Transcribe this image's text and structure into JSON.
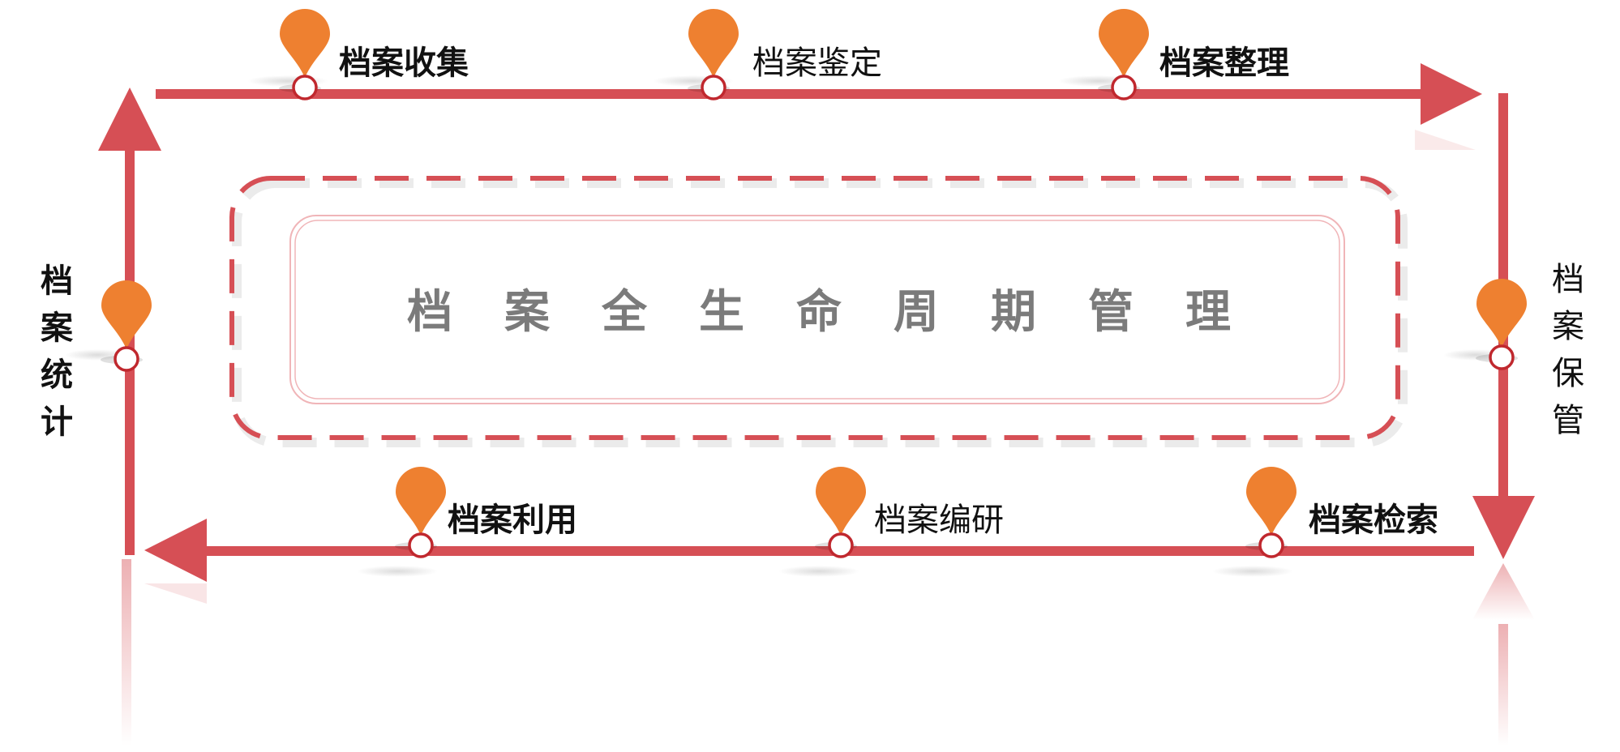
{
  "diagram": {
    "center_title": "档案全生命周期管理",
    "stages": [
      {
        "name": "stage-collect",
        "label": "档案收集",
        "bold": true
      },
      {
        "name": "stage-appraise",
        "label": "档案鉴定",
        "bold": false
      },
      {
        "name": "stage-organize",
        "label": "档案整理",
        "bold": true
      },
      {
        "name": "stage-store",
        "label": "档\n案\n保\n管",
        "bold": false
      },
      {
        "name": "stage-search",
        "label": "档案检索",
        "bold": true
      },
      {
        "name": "stage-compile",
        "label": "档案编研",
        "bold": false
      },
      {
        "name": "stage-use",
        "label": "档案利用",
        "bold": true
      },
      {
        "name": "stage-stats",
        "label": "档\n案\n统\n计",
        "bold": true
      }
    ]
  },
  "colors": {
    "track": "#d64f55",
    "pin": "#ee8030",
    "node_stroke": "#c0282e",
    "center_border": "#f0b5b8",
    "center_text": "#7b7b7b"
  }
}
